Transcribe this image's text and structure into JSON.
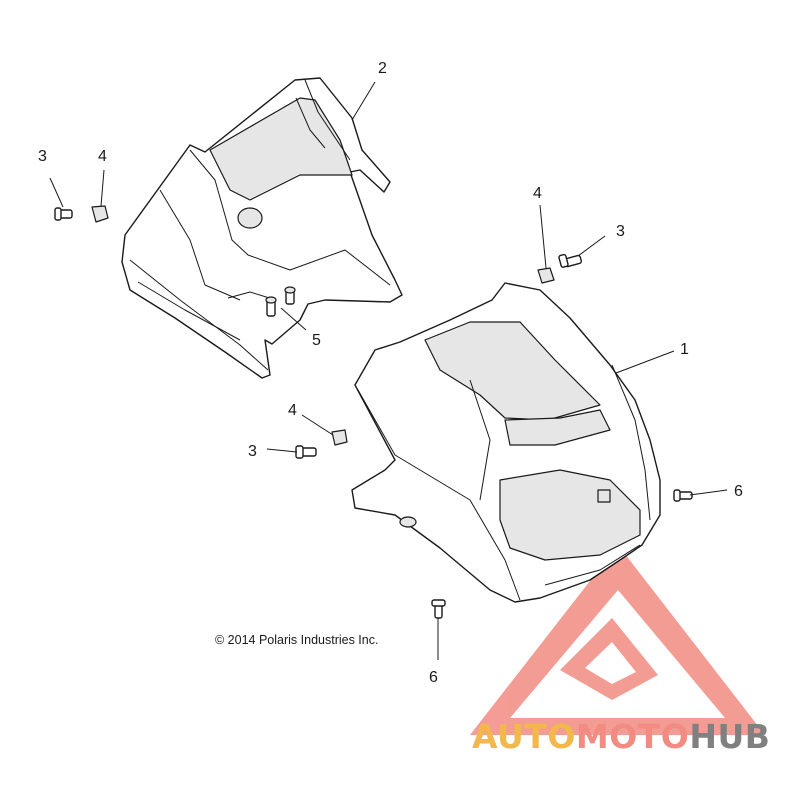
{
  "callouts": [
    {
      "id": "c1",
      "label": "1"
    },
    {
      "id": "c2",
      "label": "2"
    },
    {
      "id": "c3a",
      "label": "3"
    },
    {
      "id": "c4a",
      "label": "4"
    },
    {
      "id": "c4b",
      "label": "4"
    },
    {
      "id": "c3b",
      "label": "3"
    },
    {
      "id": "c5",
      "label": "5"
    },
    {
      "id": "c4c",
      "label": "4"
    },
    {
      "id": "c3c",
      "label": "3"
    },
    {
      "id": "c6a",
      "label": "6"
    },
    {
      "id": "c6b",
      "label": "6"
    }
  ],
  "copyright": "© 2014 Polaris Industries Inc.",
  "watermark": {
    "part1": "AUTO",
    "part2": "MOTO",
    "part3": "HUB",
    "color_orange": "#f2b84b",
    "color_red": "#f28b82",
    "color_gray": "#808080"
  }
}
